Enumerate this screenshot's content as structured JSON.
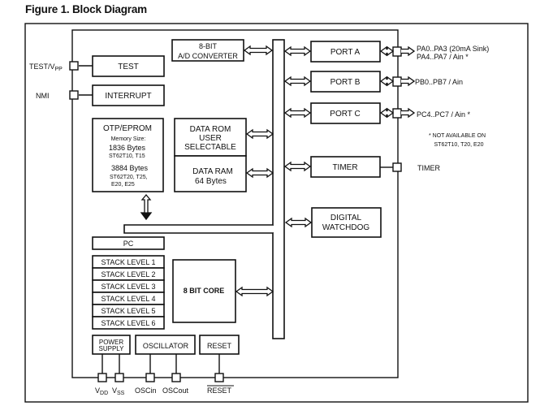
{
  "figure": {
    "title": "Figure 1. Block Diagram"
  },
  "blocks": {
    "adc": {
      "line1": "8-BIT",
      "line2": "A/D CONVERTER"
    },
    "test": "TEST",
    "interrupt": "INTERRUPT",
    "otp": {
      "title": "OTP/EPROM",
      "memory_label": "Memory Size:",
      "size1": "1836 Bytes",
      "parts1": "ST62T10, T15",
      "size2": "3884 Bytes",
      "parts2a": "ST62T20, T25,",
      "parts2b": "E20, E25"
    },
    "data_rom": {
      "line1": "DATA ROM",
      "line2": "USER",
      "line3": "SELECTABLE"
    },
    "data_ram": {
      "line1": "DATA RAM",
      "line2": "64 Bytes"
    },
    "port_a": "PORT A",
    "port_b": "PORT B",
    "port_c": "PORT C",
    "timer": "TIMER",
    "watchdog": {
      "line1": "DIGITAL",
      "line2": "WATCHDOG"
    },
    "pc": "PC",
    "stack_levels": [
      "STACK LEVEL 1",
      "STACK LEVEL 2",
      "STACK LEVEL 3",
      "STACK LEVEL 4",
      "STACK LEVEL 5",
      "STACK LEVEL 6"
    ],
    "core": "8 BIT CORE",
    "power_supply": {
      "line1": "POWER",
      "line2": "SUPPLY"
    },
    "oscillator": "OSCILLATOR",
    "reset": "RESET"
  },
  "pins": {
    "test_vpp": {
      "main": "TEST/V",
      "sub": "PP"
    },
    "nmi": "NMI",
    "port_a_1": "PA0..PA3 (20mA Sink)",
    "port_a_2": "PA4..PA7 / Ain *",
    "port_b": "PB0..PB7 / Ain",
    "port_c": "PC4..PC7 / Ain *",
    "timer": "TIMER",
    "vdd": {
      "main": "V",
      "sub": "DD"
    },
    "vss": {
      "main": "V",
      "sub": "SS"
    },
    "oscin": "OSCin",
    "oscout": "OSCout",
    "reset": "RESET"
  },
  "notes": {
    "line1": "* NOT AVAILABLE ON",
    "line2": "ST62T10, T20, E20"
  }
}
